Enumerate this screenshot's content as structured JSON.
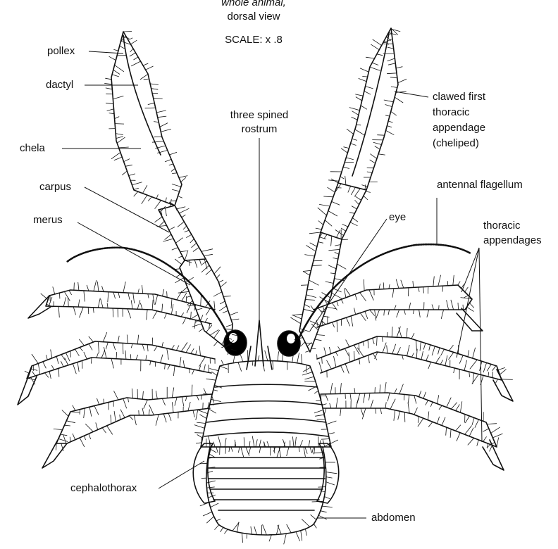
{
  "header": {
    "view_line1": "whole animal,",
    "view_line2": "dorsal view",
    "scale": "SCALE: x .8"
  },
  "labels": {
    "pollex": "pollex",
    "dactyl": "dactyl",
    "chela": "chela",
    "carpus": "carpus",
    "merus": "merus",
    "cephalothorax": "cephalothorax",
    "abdomen": "abdomen",
    "eye": "eye",
    "rostrum_line1": "three spined",
    "rostrum_line2": "rostrum",
    "cheliped_line1": "clawed first",
    "cheliped_line2": "thoracic",
    "cheliped_line3": "appendage",
    "cheliped_line4": "(cheliped)",
    "antennal_flagellum": "antennal flagellum",
    "thoracic_line1": "thoracic",
    "thoracic_line2": "appendages"
  },
  "colors": {
    "ink": "#111111",
    "eye_fill": "#000000",
    "background": "#ffffff"
  }
}
